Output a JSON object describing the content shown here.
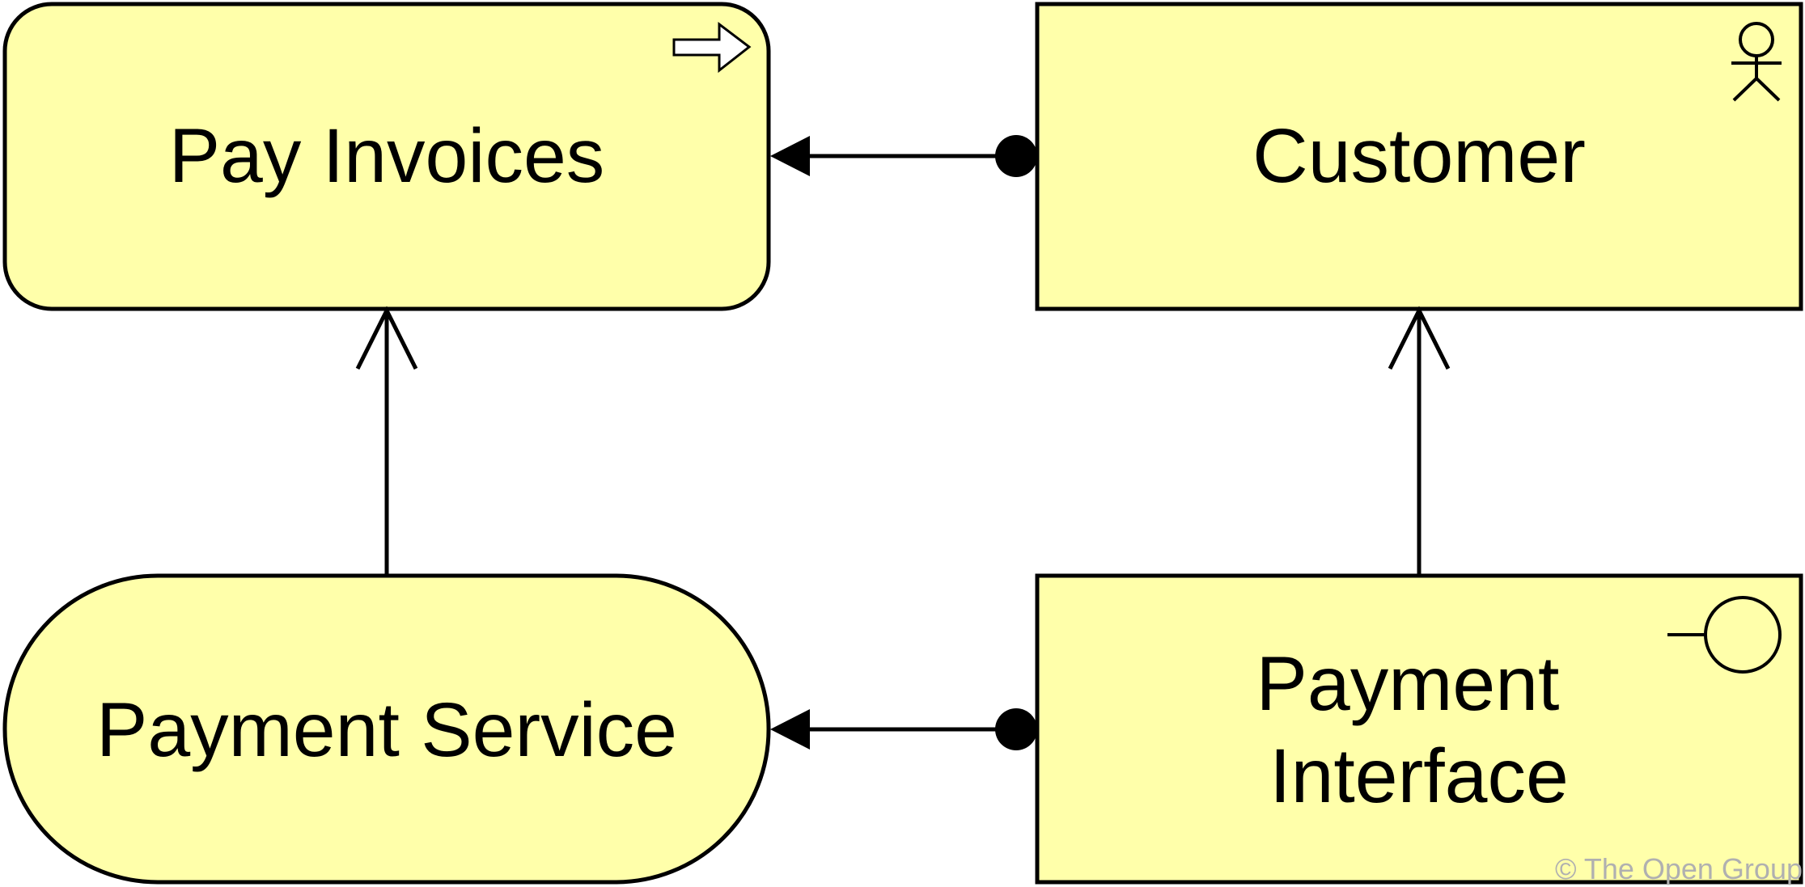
{
  "colors": {
    "element_fill": "#ffffaa",
    "stroke": "#000000",
    "copyright": "#b0b0b0"
  },
  "nodes": {
    "pay_invoices": {
      "label": "Pay Invoices",
      "icon": "process-arrow-icon"
    },
    "customer": {
      "label": "Customer",
      "icon": "actor-icon"
    },
    "payment_service": {
      "label": "Payment Service"
    },
    "payment_interface": {
      "label_line1": "Payment",
      "label_line2": "Interface",
      "icon": "interface-lollipop-icon"
    }
  },
  "relationships": [
    {
      "from": "Customer",
      "to": "Pay Invoices",
      "type": "assignment"
    },
    {
      "from": "Payment Interface",
      "to": "Payment Service",
      "type": "assignment"
    },
    {
      "from": "Payment Service",
      "to": "Pay Invoices",
      "type": "serving"
    },
    {
      "from": "Payment Interface",
      "to": "Customer",
      "type": "serving"
    }
  ],
  "footer": {
    "copyright": "© The Open Group"
  }
}
